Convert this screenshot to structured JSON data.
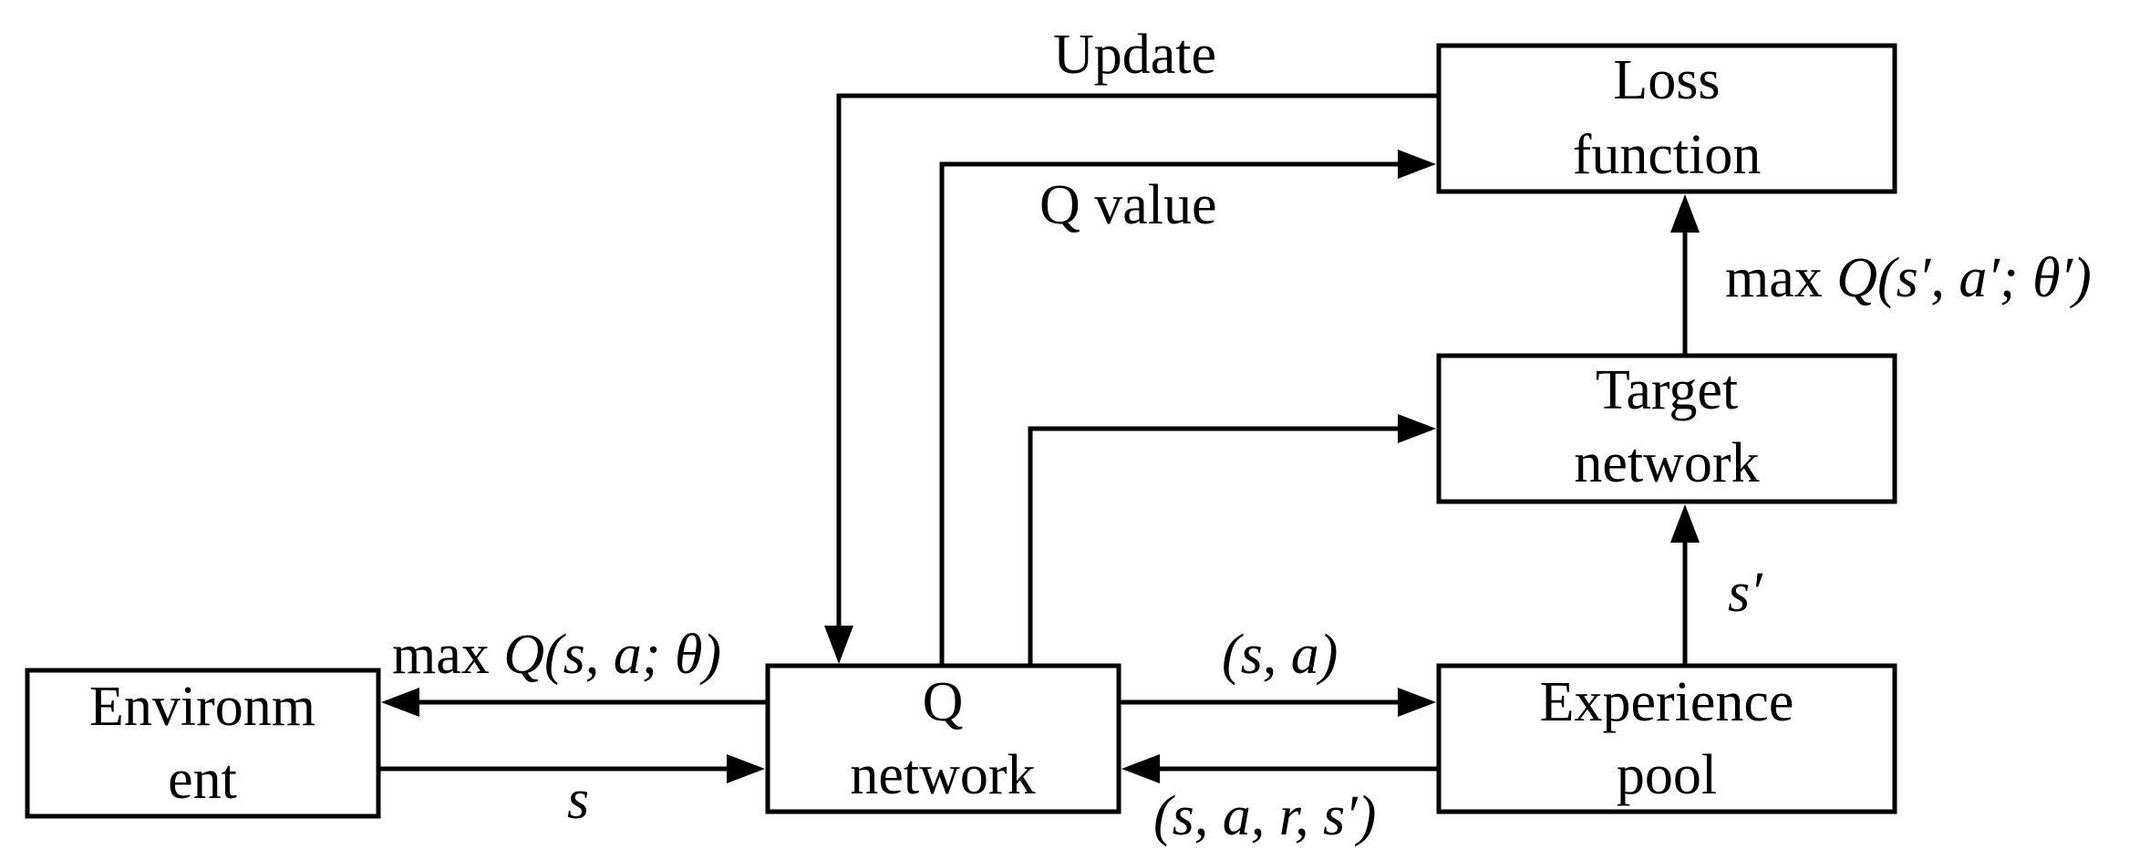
{
  "boxes": {
    "environment": [
      "Environm",
      "ent"
    ],
    "q_network": [
      "Q",
      "network"
    ],
    "experience_pool": [
      "Experience",
      "pool"
    ],
    "target_network": [
      "Target",
      "network"
    ],
    "loss_function": [
      "Loss",
      "function"
    ]
  },
  "labels": {
    "update": "Update",
    "q_value": "Q value",
    "max_q_env": {
      "max": "max",
      "Q": "Q",
      "args": "(s, a; θ)"
    },
    "s": "s",
    "s_a": "(s, a)",
    "s_a_r_s": "(s, a, r, s′)",
    "s_prime": "s′",
    "max_q_target": {
      "max": "max",
      "Q": "Q",
      "args": "(s′, a′; θ′)"
    }
  }
}
